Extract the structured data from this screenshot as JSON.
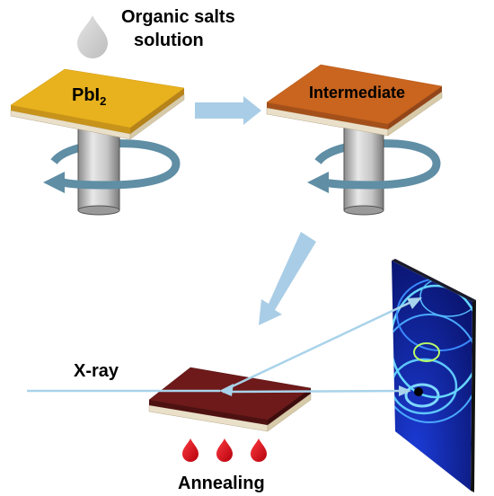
{
  "labels": {
    "solution_line1": "Organic salts",
    "solution_line2": "solution",
    "pbi2_base": "PbI",
    "pbi2_sub": "2",
    "intermediate": "Intermediate",
    "xray": "X-ray",
    "annealing": "Annealing"
  },
  "colors": {
    "pbi2_top": "#e8b21f",
    "pbi2_side": "#c7931a",
    "intermediate_top": "#c9651f",
    "intermediate_side": "#a4501a",
    "perovskite_top": "#6e1a1a",
    "perovskite_side": "#4e1111",
    "substrate": "#eae0c9",
    "spindle": "#c8c8c8",
    "rotation_arrow": "#5f8ea5",
    "process_arrow": "#a9cde6",
    "xray_beam": "#a9d3ea",
    "drop_water": "#cccccc",
    "drop_heat": "#d0101c",
    "detector": "#10208f"
  }
}
